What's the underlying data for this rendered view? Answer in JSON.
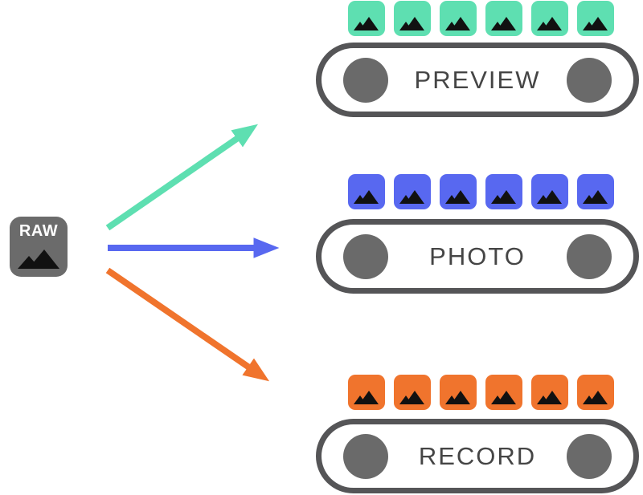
{
  "source": {
    "label": "RAW"
  },
  "pipelines": [
    {
      "id": "preview",
      "label": "PREVIEW",
      "frame_count": 6,
      "color": "#5EDFB1"
    },
    {
      "id": "photo",
      "label": "PHOTO",
      "frame_count": 6,
      "color": "#5868F0"
    },
    {
      "id": "record",
      "label": "RECORD",
      "frame_count": 6,
      "color": "#F0742D"
    }
  ],
  "colors": {
    "background": "#FFFFFF",
    "source_box": "#6B6B6B",
    "source_label_text": "#FFFFFF",
    "pill_border": "#555557",
    "roller": "#6A6A6A",
    "pipeline_label_text": "#454545",
    "mountain_glyph": "#111111"
  }
}
